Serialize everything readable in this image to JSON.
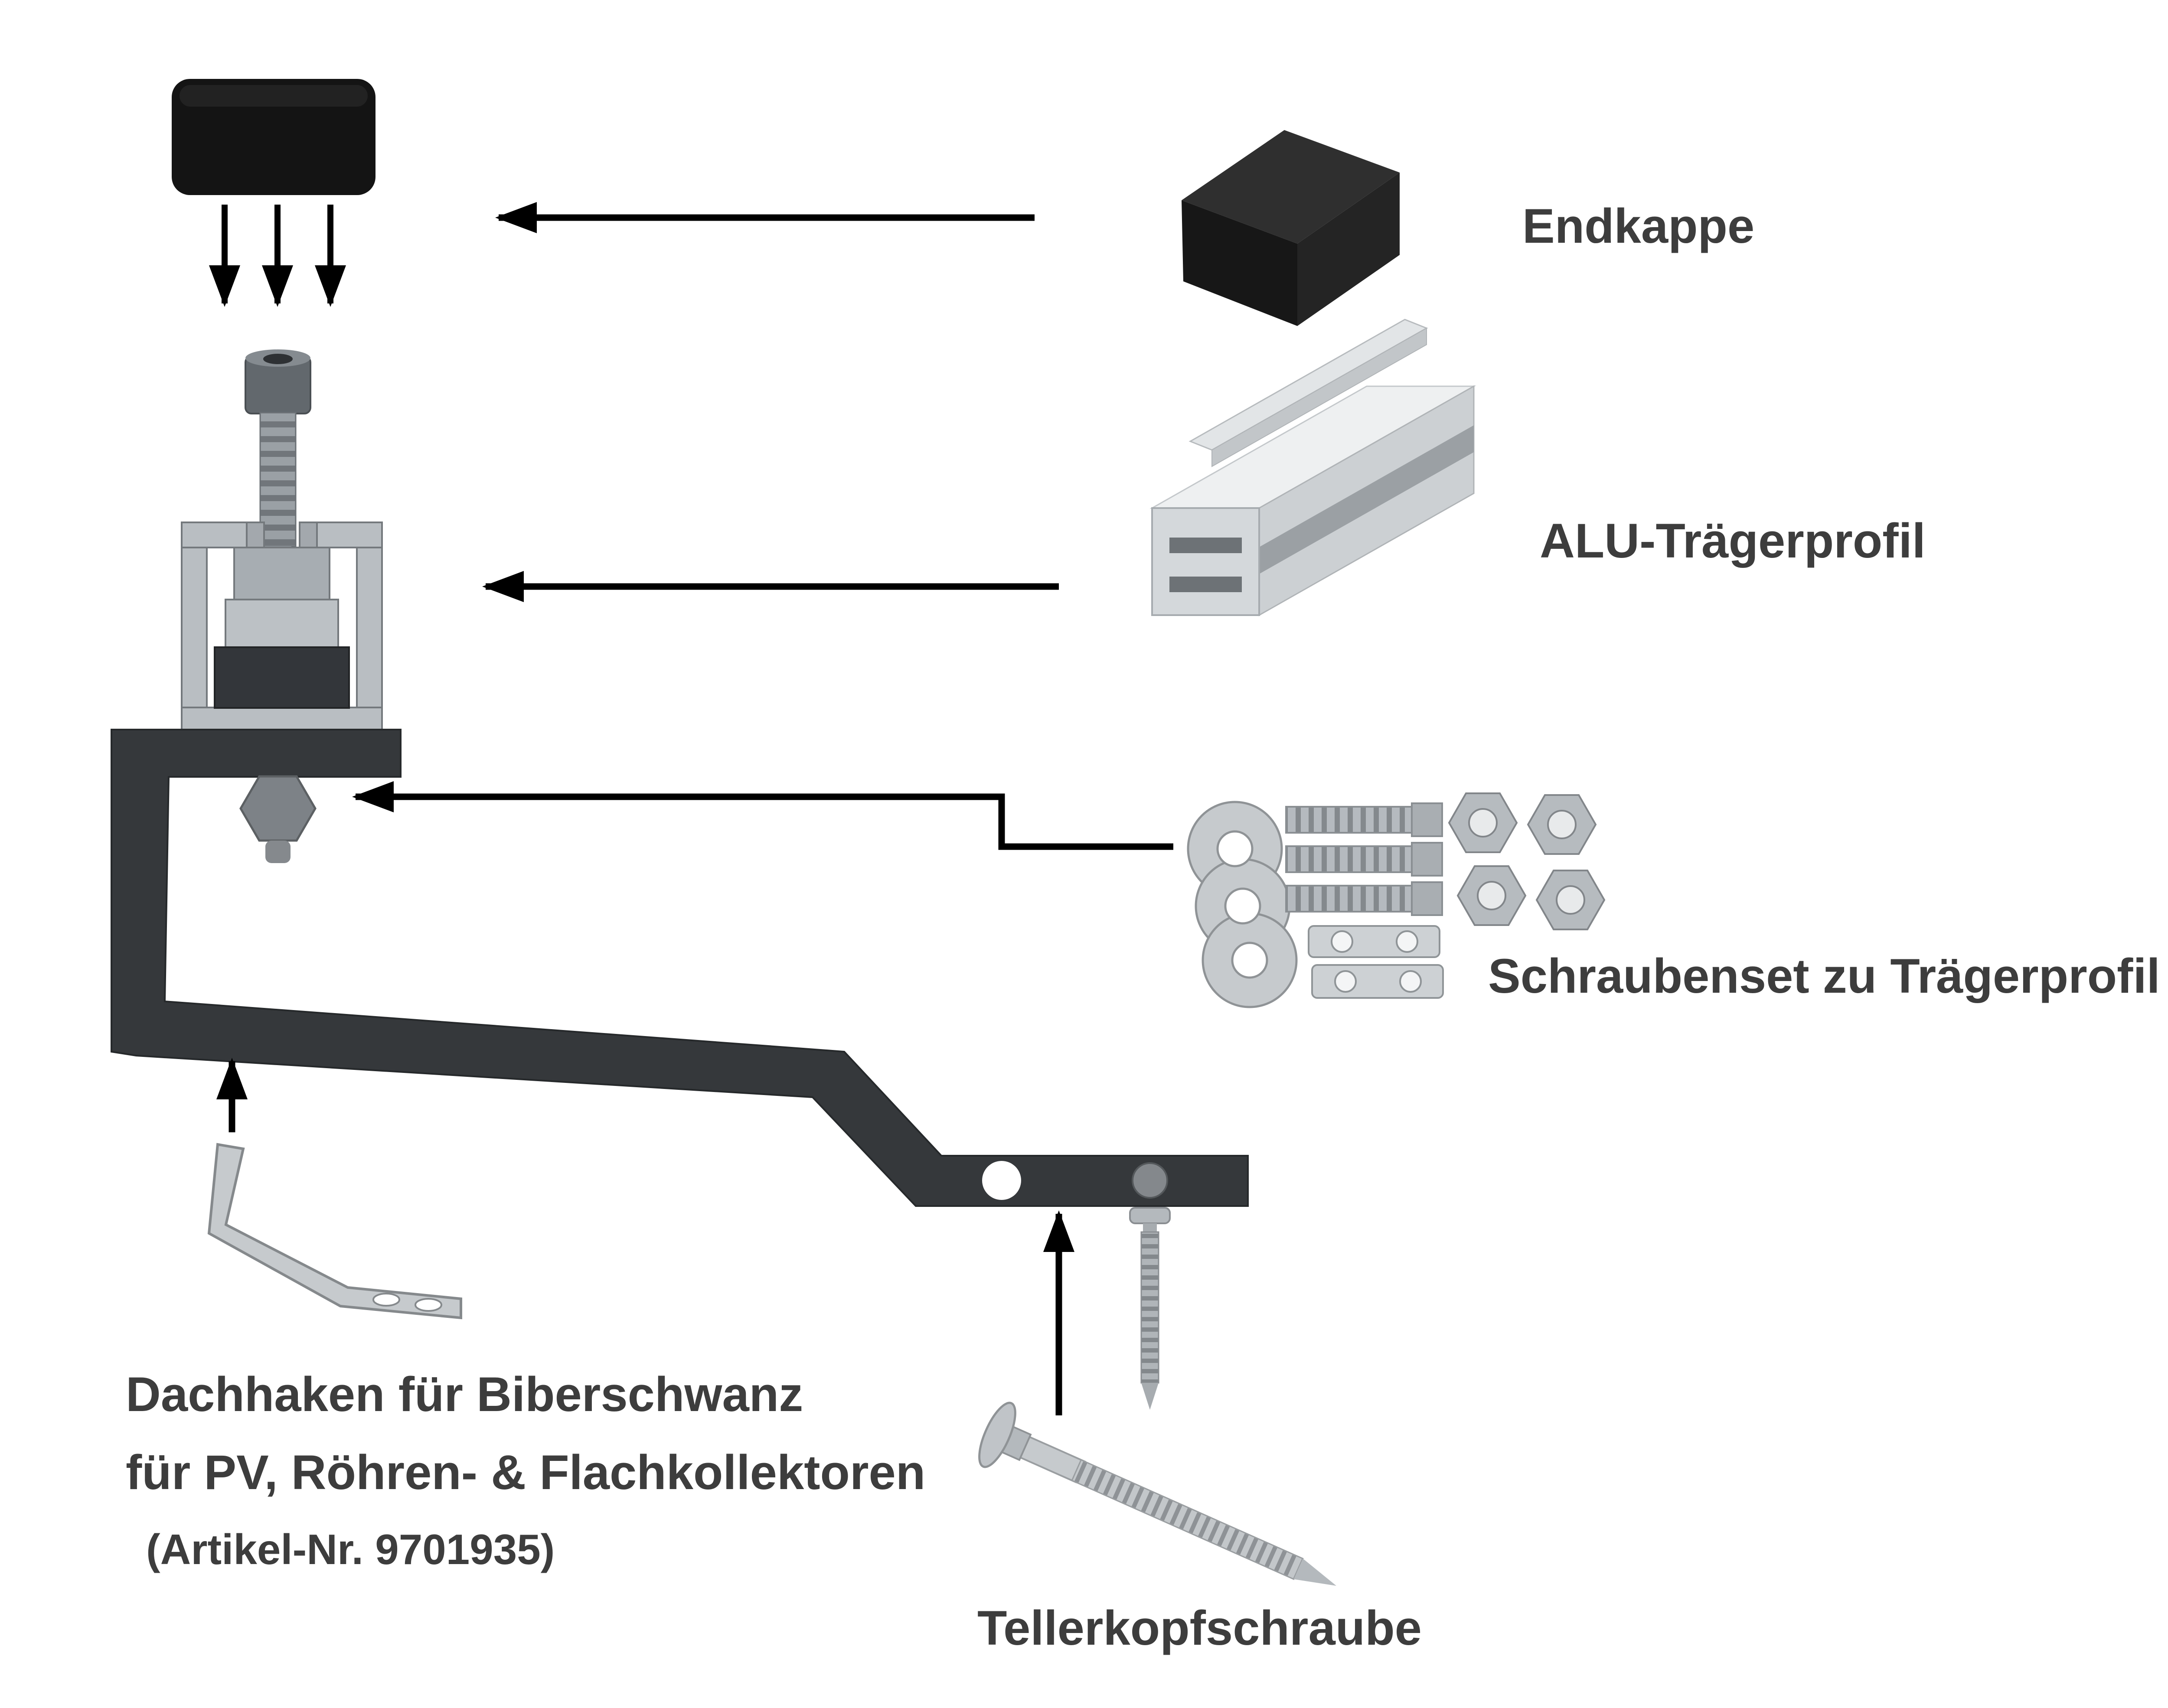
{
  "page": {
    "background": "#ffffff"
  },
  "labels": {
    "endkappe": "Endkappe",
    "alu_profil": "ALU-Trägerprofil",
    "schraubenset": "Schraubenset zu Trägerprofil",
    "dachhaken_line1": "Dachhaken für Biberschwanz",
    "dachhaken_line2": "für PV, Röhren- & Flachkollektoren",
    "dachhaken_line3": "(Artikel-Nr. 9701935)",
    "tellerkopfschraube": "Tellerkopfschraube"
  },
  "colors": {
    "text": "#3d3d3d",
    "arrow": "#000000",
    "hook_dark": "#35383b",
    "cap_black": "#1a1a1a",
    "metal_light": "#c6cacd",
    "metal_mid": "#9aa0a5"
  }
}
